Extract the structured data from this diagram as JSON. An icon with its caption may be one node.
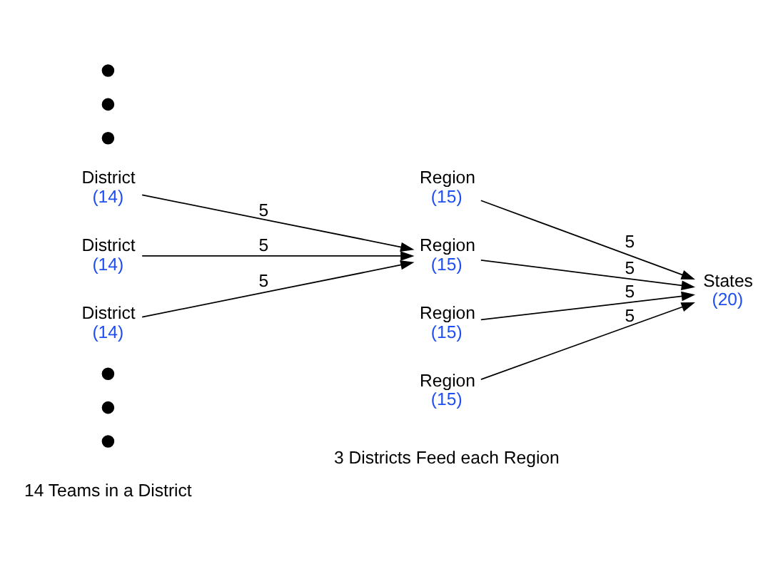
{
  "diagram": {
    "nodes": [
      {
        "text": [],
        "shape": "circle"
      },
      {
        "text": [],
        "shape": "circle"
      },
      {
        "text": [],
        "shape": "circle"
      },
      {
        "text": [
          "District",
          "(14)"
        ]
      },
      {
        "text": [
          "District",
          "(14)"
        ]
      },
      {
        "text": [
          "District",
          "(14)"
        ]
      },
      {
        "text": [],
        "shape": "circle"
      },
      {
        "text": [],
        "shape": "circle"
      },
      {
        "text": [],
        "shape": "circle"
      },
      {
        "text": [
          "Region",
          "(15)"
        ]
      },
      {
        "text": [
          "Region",
          "(15)"
        ]
      },
      {
        "text": [
          "Region",
          "(15)"
        ]
      },
      {
        "text": [
          "Region",
          "(15)"
        ]
      },
      {
        "text": [
          "States",
          "(20)"
        ]
      }
    ],
    "edges": [
      {
        "from": 3,
        "to": 10,
        "arrow": "to",
        "label": "5"
      },
      {
        "from": 4,
        "to": 10,
        "arrow": "to",
        "label": "5"
      },
      {
        "from": 5,
        "to": 10,
        "arrow": "to",
        "label": "5"
      },
      {
        "from": 9,
        "to": 13,
        "arrow": "to",
        "label": "5"
      },
      {
        "from": 10,
        "to": 13,
        "arrow": "to",
        "label": "5"
      },
      {
        "from": 11,
        "to": 13,
        "arrow": "to",
        "label": "5"
      },
      {
        "from": 12,
        "to": 13,
        "arrow": "to",
        "label": "5"
      }
    ],
    "labels": [
      "14 Teams in a District",
      "3 Districts Feed each Region"
    ]
  }
}
